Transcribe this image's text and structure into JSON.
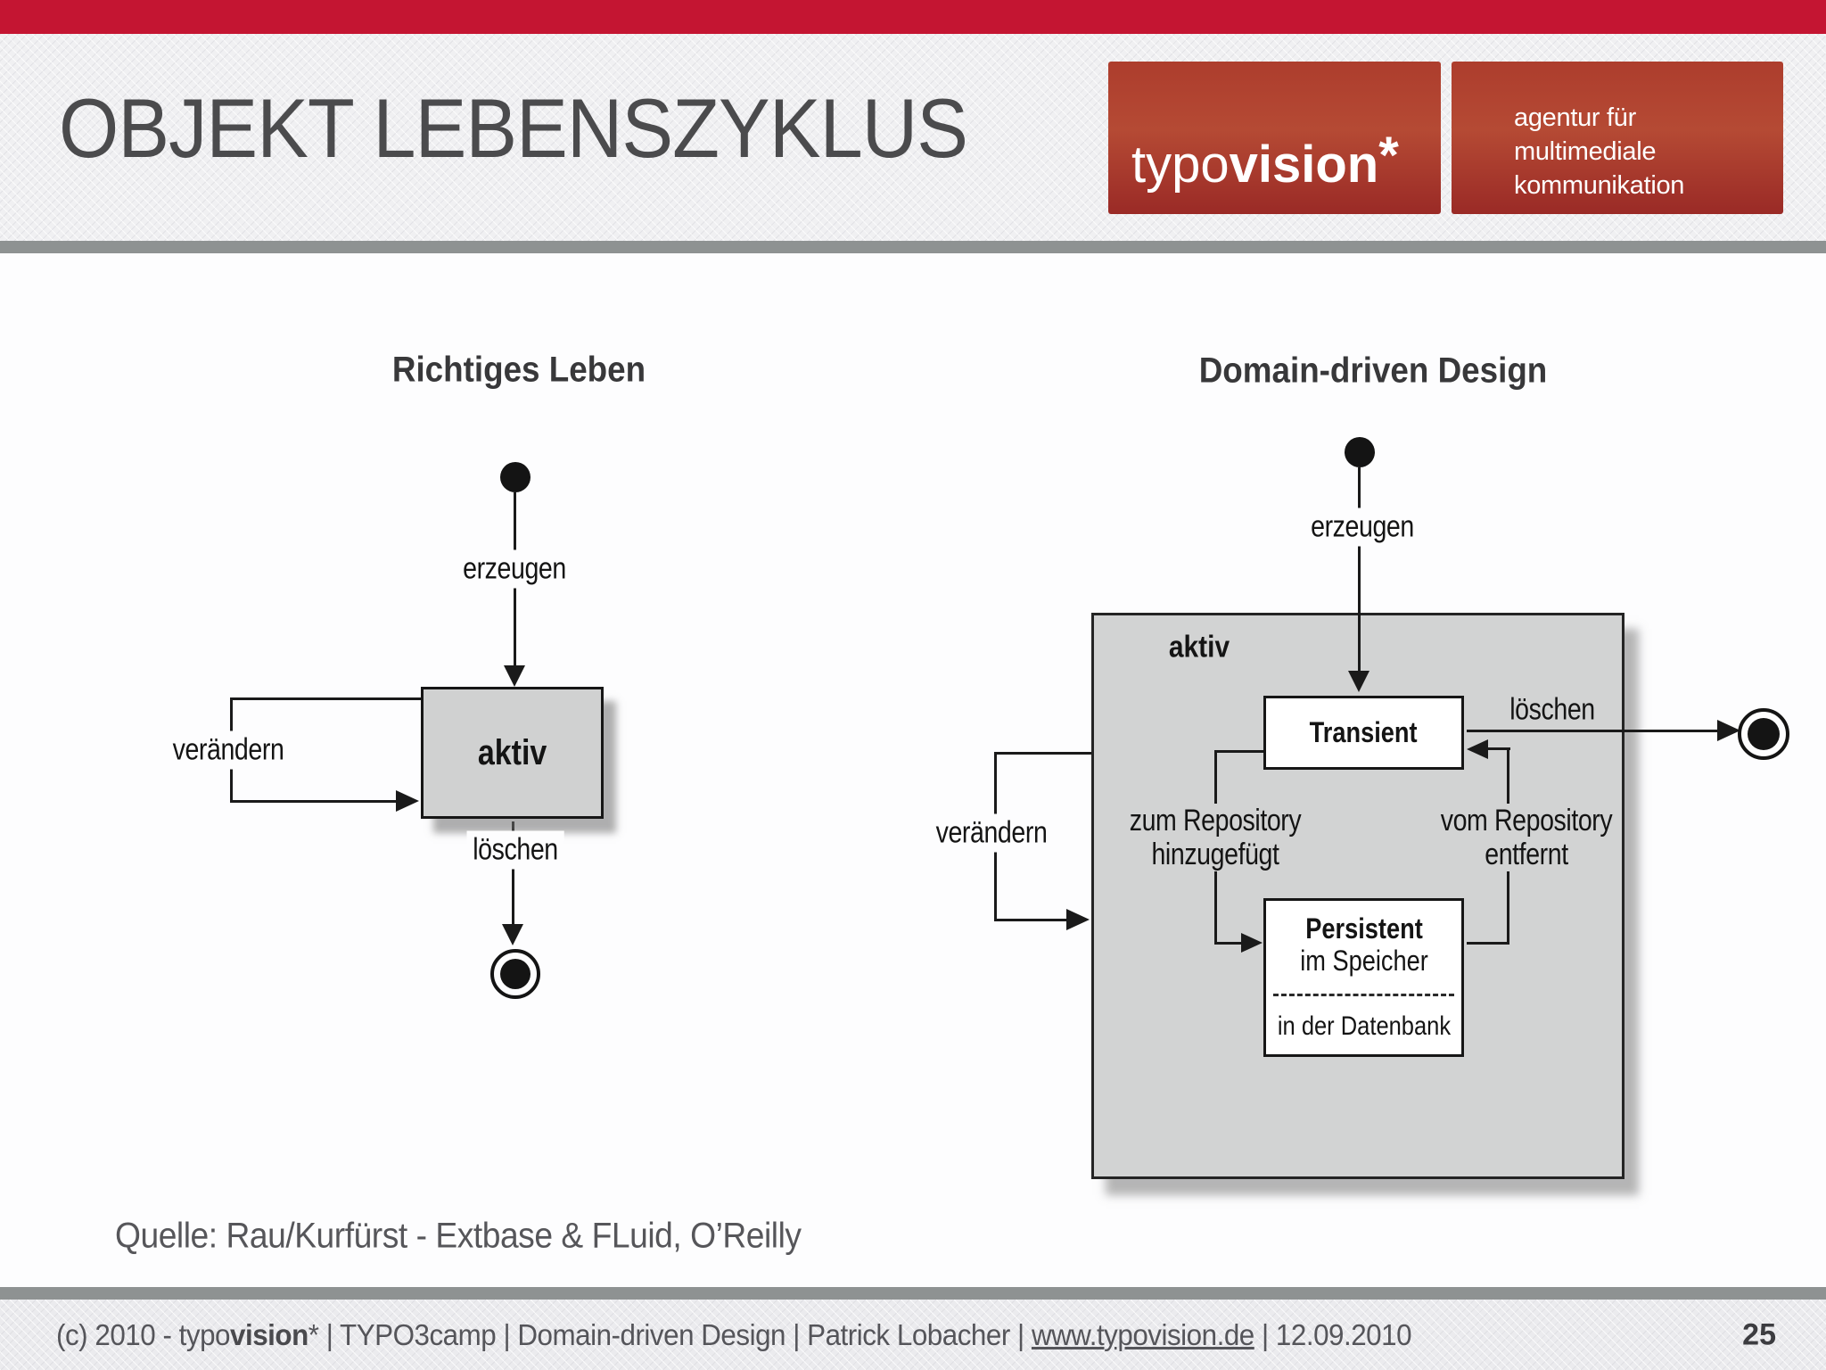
{
  "slide": {
    "title": "OBJEKT LEBENSZYKLUS",
    "source_note": "Quelle: Rau/Kurfürst - Extbase & FLuid, O’Reilly",
    "page_number": "25"
  },
  "header_logo": {
    "brand_normal": "typo",
    "brand_bold": "vision",
    "brand_star": "*",
    "tagline": [
      "agentur für",
      "multimediale",
      "kommunikation"
    ]
  },
  "footer": {
    "copyright_normal": "(c) 2010 - typo",
    "copyright_bold": "vision",
    "copyright_star": "*",
    "middle": " | TYPO3camp | Domain-driven Design | Patrick Lobacher | ",
    "url": "www.typovision.de",
    "separator": " | ",
    "date": "12.09.2010"
  },
  "left_diagram": {
    "heading": "Richtiges Leben",
    "create_label": "erzeugen",
    "state_label": "aktiv",
    "modify_label": "verändern",
    "delete_label": "löschen"
  },
  "right_diagram": {
    "heading": "Domain-driven Design",
    "create_label": "erzeugen",
    "container_label": "aktiv",
    "transient_label": "Transient",
    "modify_label": "verändern",
    "delete_label": "löschen",
    "to_repository_line1": "zum Repository",
    "to_repository_line2": "hinzugefügt",
    "from_repository_line1": "vom Repository",
    "from_repository_line2": "entfernt",
    "persistent_label": "Persistent",
    "persistent_memory": "im Speicher",
    "persistent_db": "in der Datenbank"
  },
  "colors": {
    "accent_red": "#c41532",
    "logo_red_top": "#ad3d2d",
    "logo_red_bottom": "#9a2a26",
    "divider_gray": "#8e9292",
    "diagram_gray_fill": "#d2d3d3",
    "line_black": "#1a1a1a"
  }
}
